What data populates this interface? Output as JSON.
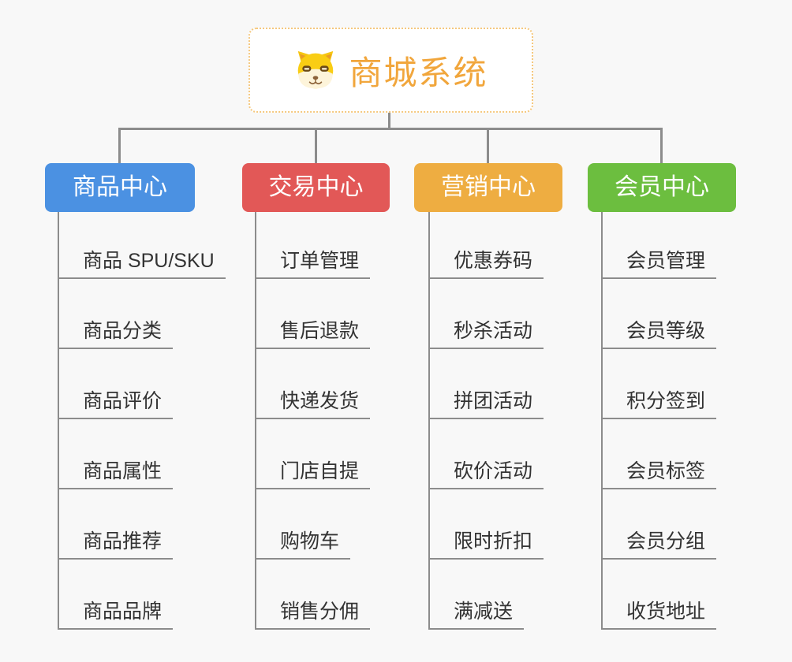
{
  "root": {
    "title": "商城系统",
    "icon": "shiba-dog-icon",
    "accent_color": "#f1a63c",
    "border_color": "#f5c87e"
  },
  "connector_color": "#8c8c8c",
  "background_color": "#f8f8f8",
  "leaf_text_color": "#333333",
  "branches": [
    {
      "label": "商品中心",
      "color": "#4b91e2",
      "children": [
        "商品 SPU/SKU",
        "商品分类",
        "商品评价",
        "商品属性",
        "商品推荐",
        "商品品牌"
      ]
    },
    {
      "label": "交易中心",
      "color": "#e25857",
      "children": [
        "订单管理",
        "售后退款",
        "快递发货",
        "门店自提",
        "购物车",
        "销售分佣"
      ]
    },
    {
      "label": "营销中心",
      "color": "#eead41",
      "children": [
        "优惠券码",
        "秒杀活动",
        "拼团活动",
        "砍价活动",
        "限时折扣",
        "满减送"
      ]
    },
    {
      "label": "会员中心",
      "color": "#6cbe3f",
      "children": [
        "会员管理",
        "会员等级",
        "积分签到",
        "会员标签",
        "会员分组",
        "收货地址"
      ]
    }
  ]
}
